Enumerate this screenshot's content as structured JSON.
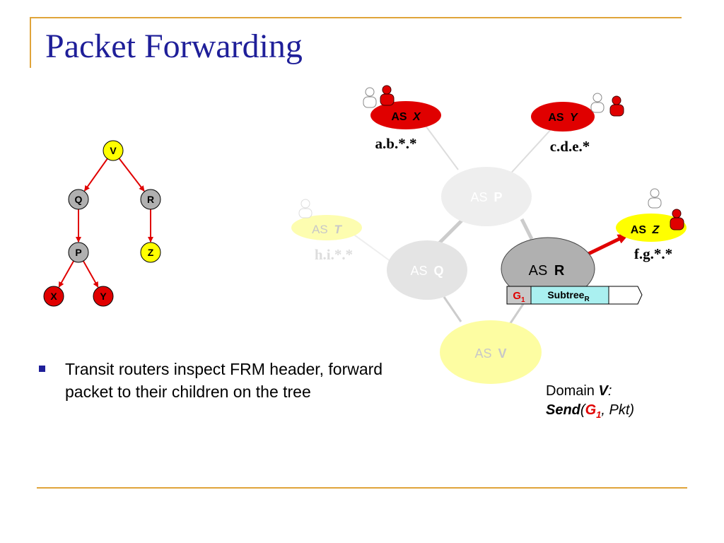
{
  "title": "Packet Forwarding",
  "bullet": "Transit routers inspect FRM header, forward packet to their children on the tree",
  "tree": {
    "nodes": [
      {
        "id": "V",
        "label": "V",
        "color": "#ffff00"
      },
      {
        "id": "Q",
        "label": "Q",
        "color": "#b0b0b0"
      },
      {
        "id": "R",
        "label": "R",
        "color": "#b0b0b0"
      },
      {
        "id": "P",
        "label": "P",
        "color": "#b0b0b0"
      },
      {
        "id": "Z",
        "label": "Z",
        "color": "#ffff00"
      },
      {
        "id": "X",
        "label": "X",
        "color": "#e00000"
      },
      {
        "id": "Y",
        "label": "Y",
        "color": "#e00000"
      }
    ],
    "edges": [
      [
        "V",
        "Q"
      ],
      [
        "V",
        "R"
      ],
      [
        "Q",
        "P"
      ],
      [
        "R",
        "Z"
      ],
      [
        "P",
        "X"
      ],
      [
        "P",
        "Y"
      ]
    ],
    "edge_color": "#e00000"
  },
  "network": {
    "as_prefix": "AS",
    "as_x": {
      "letter": "X",
      "prefix": "a.b.*.*"
    },
    "as_y": {
      "letter": "Y",
      "prefix": "c.d.e.*"
    },
    "as_z": {
      "letter": "Z",
      "prefix": "f.g.*.*"
    },
    "as_t": {
      "letter": "T",
      "prefix": "h.i.*.*"
    },
    "as_p": {
      "letter": "P"
    },
    "as_q": {
      "letter": "Q"
    },
    "as_r": {
      "letter": "R"
    },
    "as_v": {
      "letter": "V"
    },
    "header": {
      "group": "G",
      "group_sub": "1",
      "subtree": "Subtree",
      "subtree_sub": "R"
    }
  },
  "caption": {
    "domain": "Domain",
    "domain_var": "V",
    "colon": ":",
    "send": "Send",
    "open": "(",
    "group": "G",
    "group_sub": "1",
    "rest": ", Pkt)"
  }
}
